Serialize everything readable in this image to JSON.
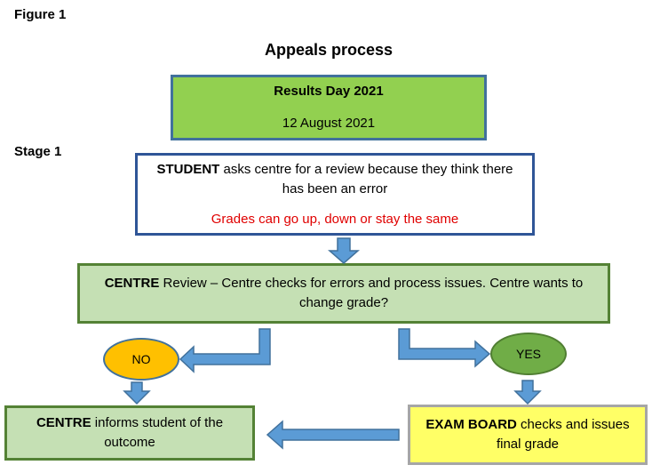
{
  "figure_label": "Figure 1",
  "title": "Appeals process",
  "stage_label": "Stage 1",
  "results": {
    "heading": "Results Day 2021",
    "date": "12 August 2021"
  },
  "student": {
    "actor": "STUDENT",
    "text": " asks centre for a review because they think there has been an error",
    "note": "Grades can go up, down or stay the same"
  },
  "centre_review": {
    "actor": "CENTRE",
    "text": " Review – Centre checks for errors and process issues.  Centre wants to change grade?"
  },
  "no_label": "NO",
  "yes_label": "YES",
  "centre_informs": {
    "actor": "CENTRE",
    "text": " informs student of the outcome"
  },
  "exam_board": {
    "actor": "EXAM BOARD",
    "text": " checks and issues final grade"
  },
  "colors": {
    "results_fill": "#92d050",
    "review_fill": "#c5e0b4",
    "exam_board_fill": "#ffff66",
    "no_fill": "#ffc000",
    "yes_fill": "#70ad47",
    "arrow_fill": "#5b9bd5",
    "note_red": "#e00000"
  }
}
